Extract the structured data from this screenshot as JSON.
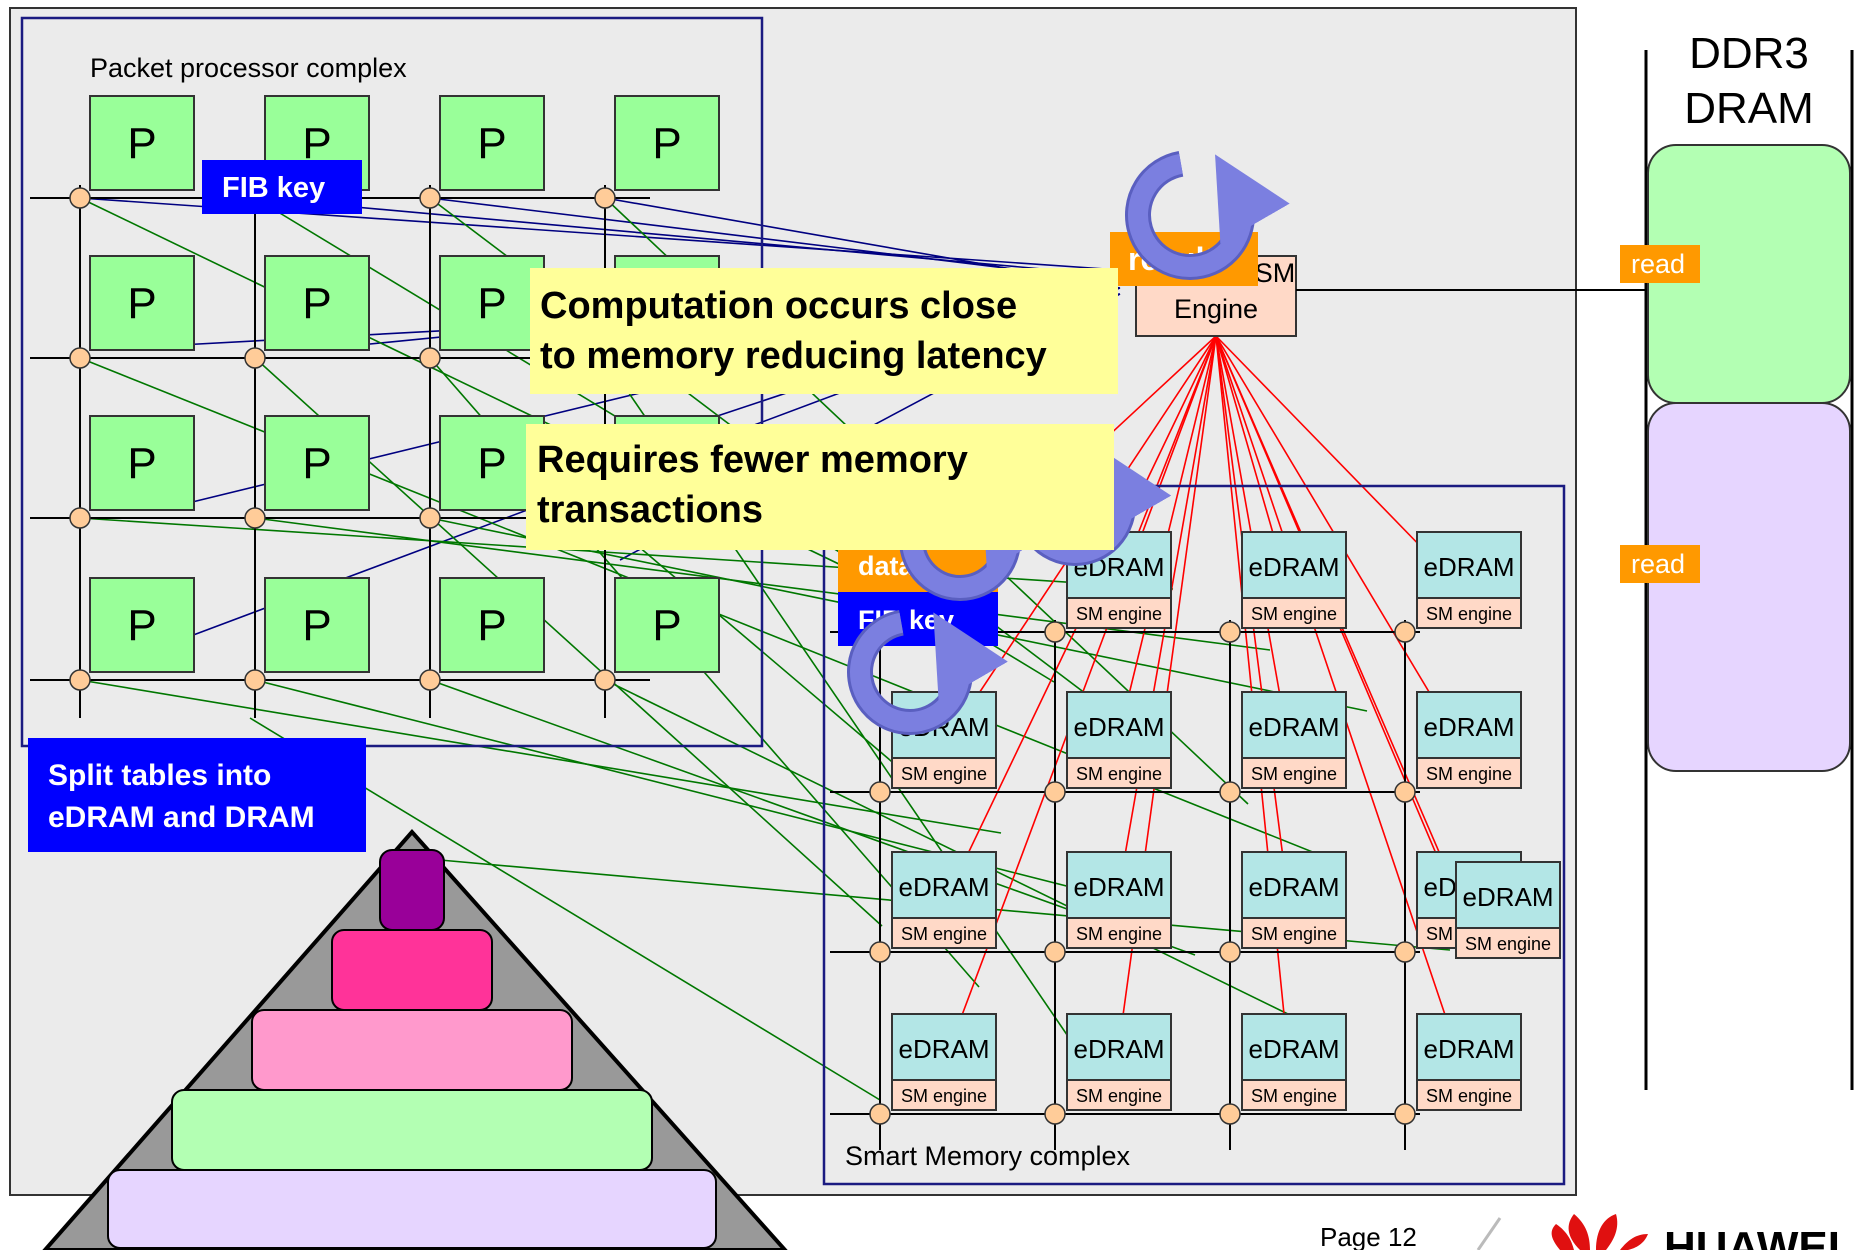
{
  "packet_complex": {
    "title": "Packet processor complex",
    "processor_label": "P"
  },
  "smart_memory": {
    "title": "Smart Memory complex",
    "edram_label": "eDRAM",
    "engine_label": "SM engine"
  },
  "sm_engine_top": {
    "line1": "SM",
    "line2": "Engine"
  },
  "dram": {
    "title_line1": "DDR3",
    "title_line2": "DRAM",
    "read_label": "read"
  },
  "tags": {
    "fib_key": "FIB key",
    "result": "result",
    "data": "data",
    "fib_key_lower": "FIB key"
  },
  "callouts": {
    "computation": "Computation occurs close to memory reducing latency",
    "fewer_transactions": "Requires fewer memory transactions",
    "split_tables": "Split tables into eDRAM and DRAM"
  },
  "footer": {
    "page": "Page 12",
    "brand": "HUAWEI"
  },
  "colors": {
    "processor_fill": "#99ff99",
    "edram_fill": "#b3e6e6",
    "engine_fill": "#ffd9c7",
    "fib_blue": "#0000ff",
    "result_orange": "#ff9900",
    "callout_yellow": "#ffff99",
    "red_wire": "#ff0000",
    "green_wire": "#007700",
    "navy_wire": "#000080",
    "arrow_purple": "#7b7fe0"
  },
  "pyramid_tiers": [
    {
      "name": "tier-1",
      "color": "#990099"
    },
    {
      "name": "tier-2",
      "color": "#ff3399"
    },
    {
      "name": "tier-3",
      "color": "#ff99cc"
    },
    {
      "name": "tier-4",
      "color": "#b3ffb3"
    },
    {
      "name": "tier-5",
      "color": "#e6d5ff"
    }
  ]
}
